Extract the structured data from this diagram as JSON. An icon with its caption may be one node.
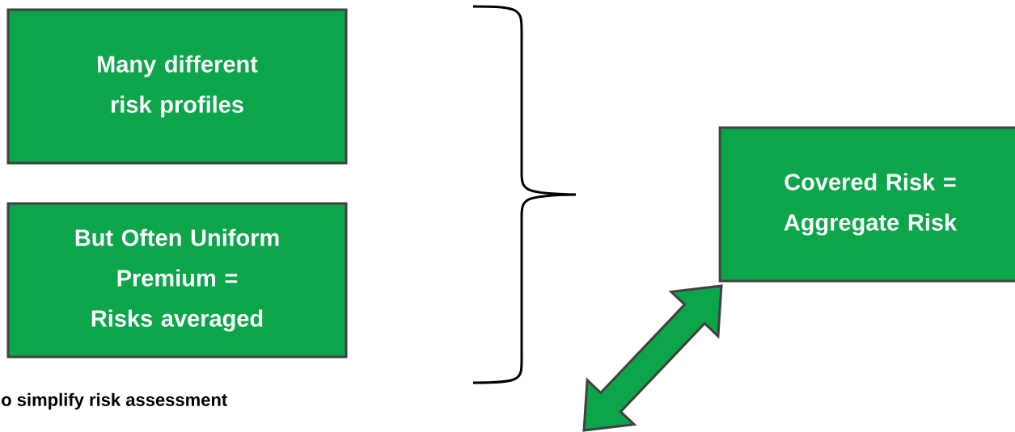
{
  "diagram": {
    "nodes": [
      {
        "text": [
          "Many different risk profiles"
        ]
      },
      {
        "text": [
          "But Often Uniform Premium = Risks averaged"
        ]
      },
      {
        "text": [
          "Covered Risk = Aggregate Risk"
        ]
      }
    ],
    "edges": [
      {
        "from": null,
        "to": 2,
        "arrow": "both"
      }
    ],
    "labels": [
      "o simplify risk assessment"
    ]
  }
}
